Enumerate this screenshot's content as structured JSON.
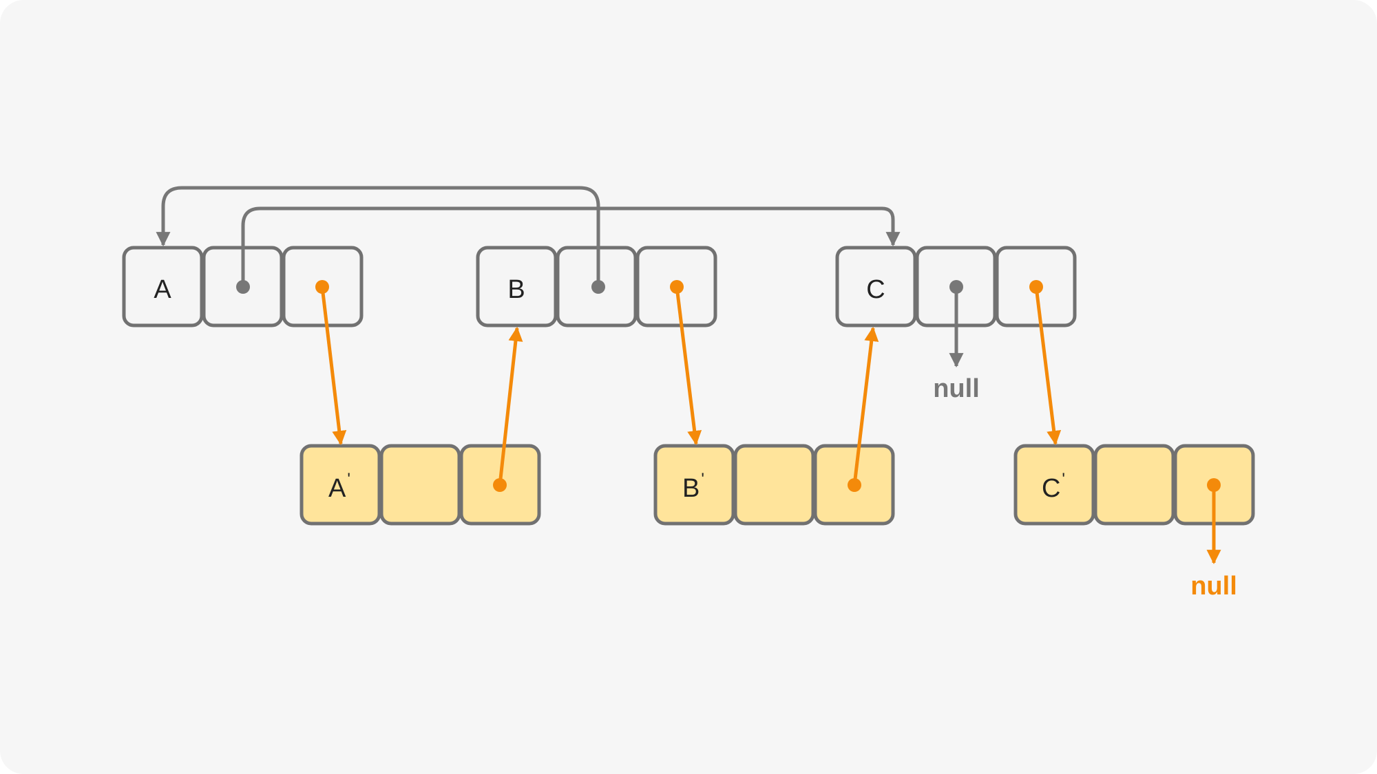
{
  "colors": {
    "background": "#f6f6f6",
    "original_cell_fill": "#f5f5f5",
    "copy_cell_fill": "#ffe49b",
    "cell_border": "#717171",
    "next_pointer": "#777777",
    "random_pointer": "#f48a0a"
  },
  "original_nodes": [
    {
      "label": "A"
    },
    {
      "label": "B"
    },
    {
      "label": "C"
    }
  ],
  "copied_nodes": [
    {
      "label": "A",
      "mark": "'"
    },
    {
      "label": "B",
      "mark": "'"
    },
    {
      "label": "C",
      "mark": "'"
    }
  ],
  "null_labels": {
    "gray": "null",
    "orange": "null"
  }
}
